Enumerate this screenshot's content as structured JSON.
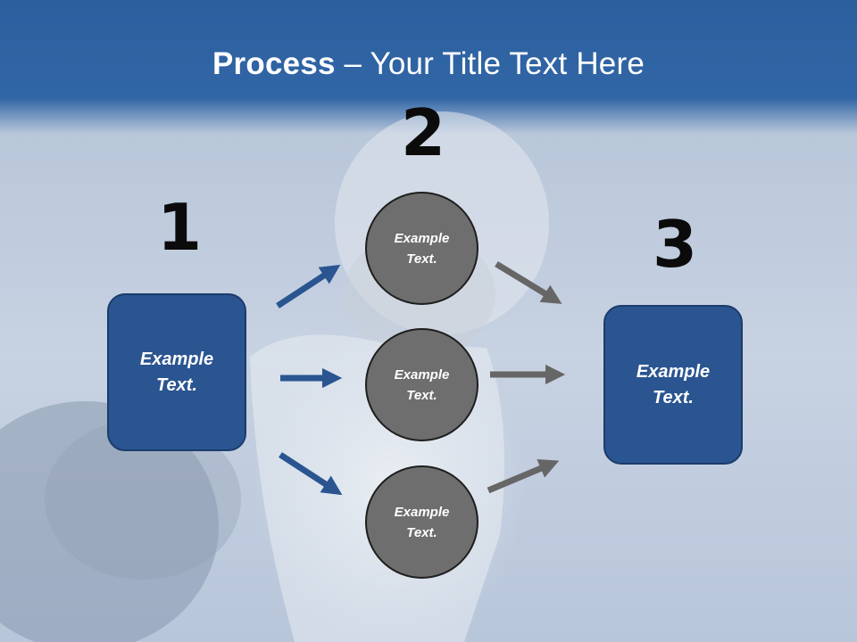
{
  "title": {
    "bold": "Process",
    "rest": " – Your Title Text Here"
  },
  "steps": [
    "1",
    "2",
    "3"
  ],
  "boxes": {
    "left": "Example\nText.",
    "right": "Example\nText."
  },
  "circles": [
    "Example\nText.",
    "Example\nText.",
    "Example\nText."
  ],
  "colors": {
    "header_blue": "#2c5f9e",
    "box_blue": "#2a5590",
    "circle_gray": "#6e6e6e",
    "arrow_blue": "#2a5590",
    "arrow_gray": "#666666"
  }
}
